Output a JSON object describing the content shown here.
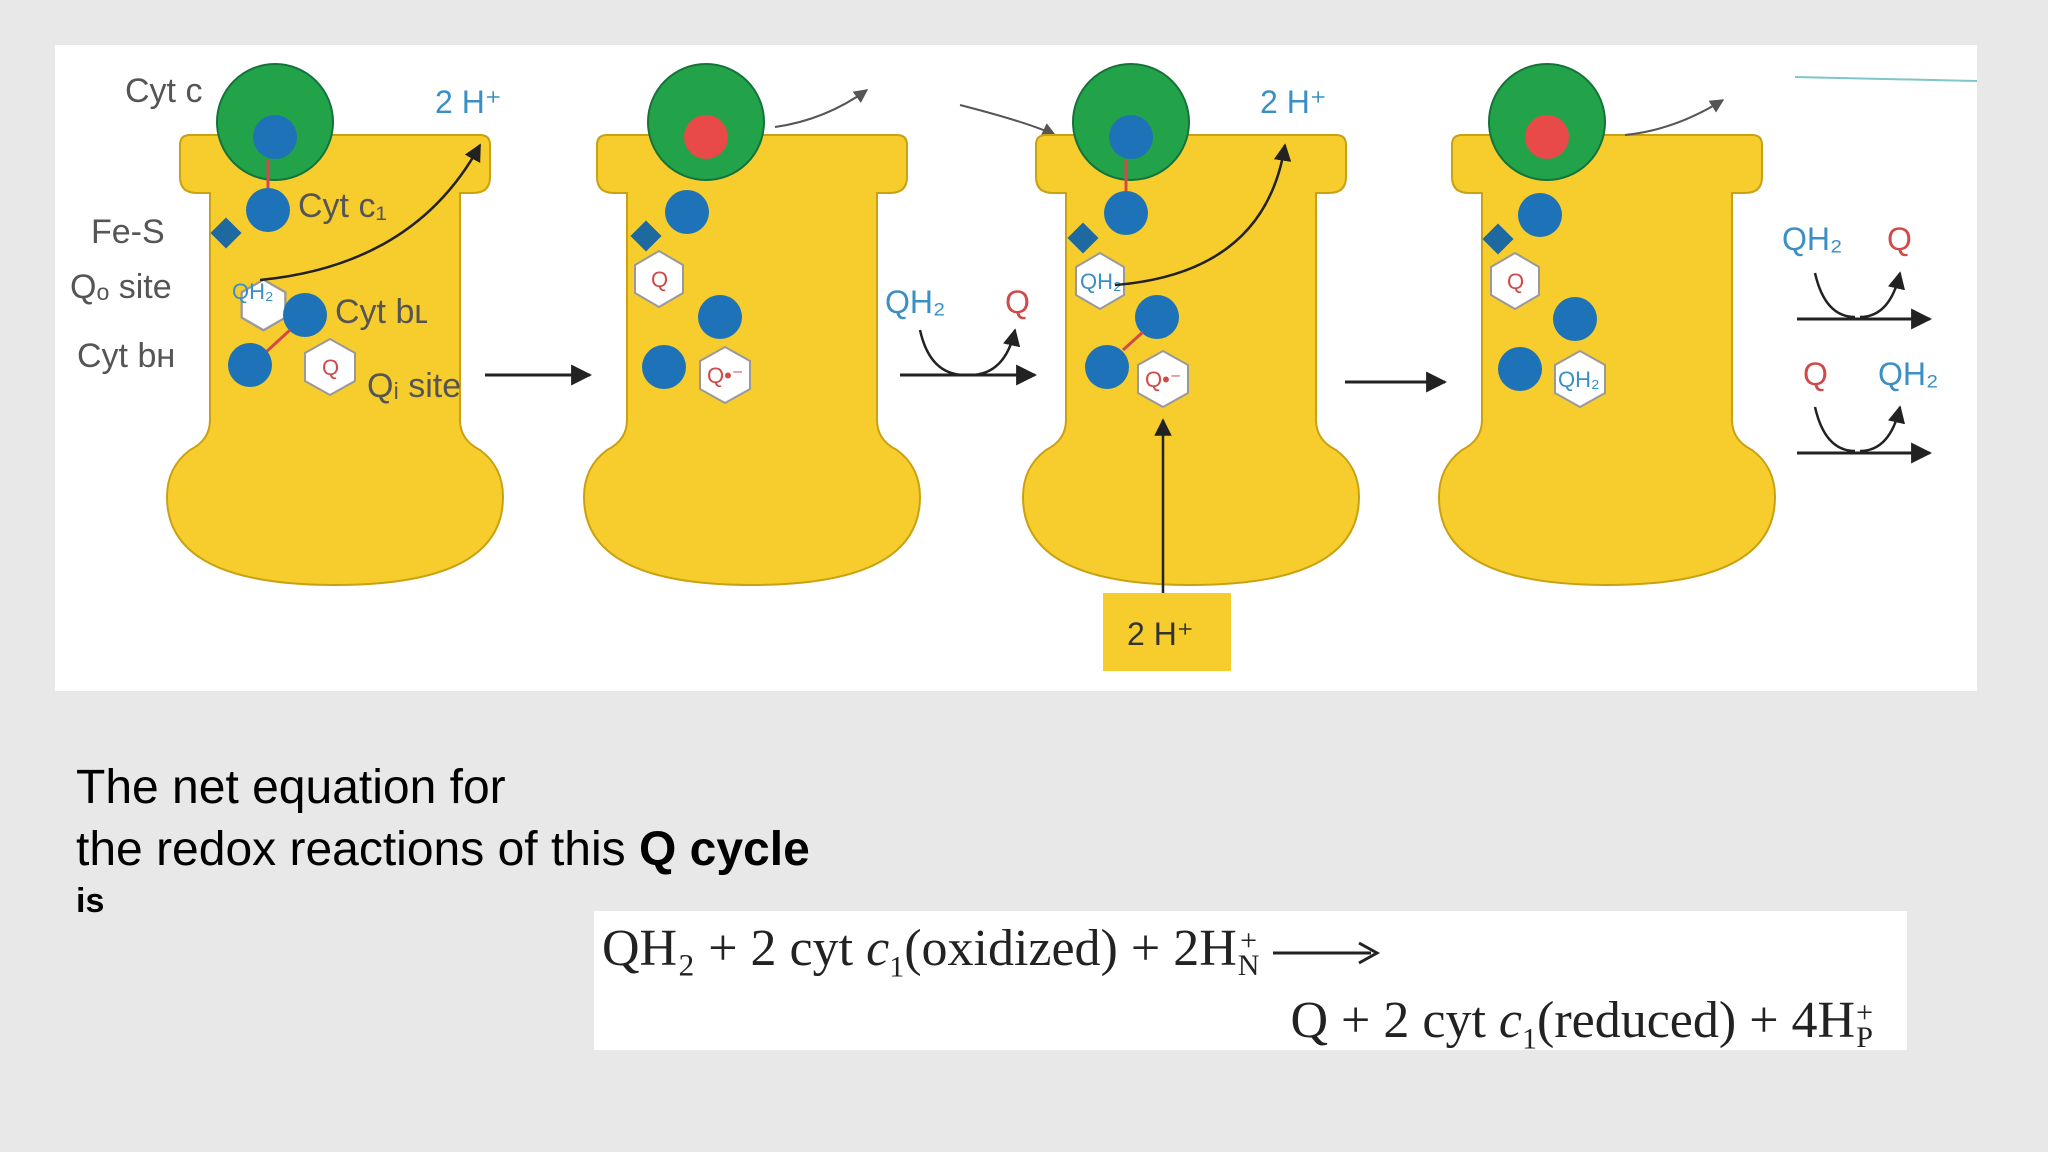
{
  "diagram": {
    "labels": {
      "cyt_c": "Cyt c",
      "fe_s": "Fe-S",
      "qo_site": "Qₒ site",
      "cyt_bh": "Cyt bʜ",
      "cyt_c1": "Cyt c₁",
      "cyt_bl": "Cyt bʟ",
      "qi_site": "Qᵢ site"
    },
    "protons": {
      "out_1": "2 H⁺",
      "out_2": "2 H⁺",
      "in_box": "2 H⁺"
    },
    "exchange": {
      "mid_qh2": "QH₂",
      "mid_q": "Q",
      "right_top_qh2": "QH₂",
      "right_top_q": "Q",
      "right_bottom_q": "Q",
      "right_bottom_qh2": "QH₂"
    },
    "hexagons": {
      "s1_qo": "QH₂",
      "s1_qi": "Q",
      "s2_qo": "Q",
      "s2_qi": "Q•⁻",
      "s3_qo": "QH₂",
      "s3_qi": "Q•⁻",
      "s4_qo": "Q",
      "s4_qi": "QH₂"
    },
    "colors": {
      "complex": "#f7cd2e",
      "cytochrome_c": "#22a34a",
      "heme_reduced": "#1e72b8",
      "heme_oxidized": "#e84a4a",
      "label_blue": "#3a8fc4",
      "label_red": "#d04a4a"
    }
  },
  "caption": {
    "line1": "The net equation for",
    "line2_prefix": "the redox reactions of this ",
    "line2_bold": "Q cycle",
    "line3": "is"
  },
  "equation": {
    "line1": {
      "reactant": "QH₂ + 2 cyt ",
      "cyt_var": "c",
      "cyt_sub": "1",
      "state": "(oxidized) + 2H",
      "ion_sup": "+",
      "ion_sub": "N"
    },
    "line2": {
      "product": "Q + 2 cyt ",
      "cyt_var": "c",
      "cyt_sub": "1",
      "state": "(reduced) + 4H",
      "ion_sup": "+",
      "ion_sub": "P"
    }
  }
}
